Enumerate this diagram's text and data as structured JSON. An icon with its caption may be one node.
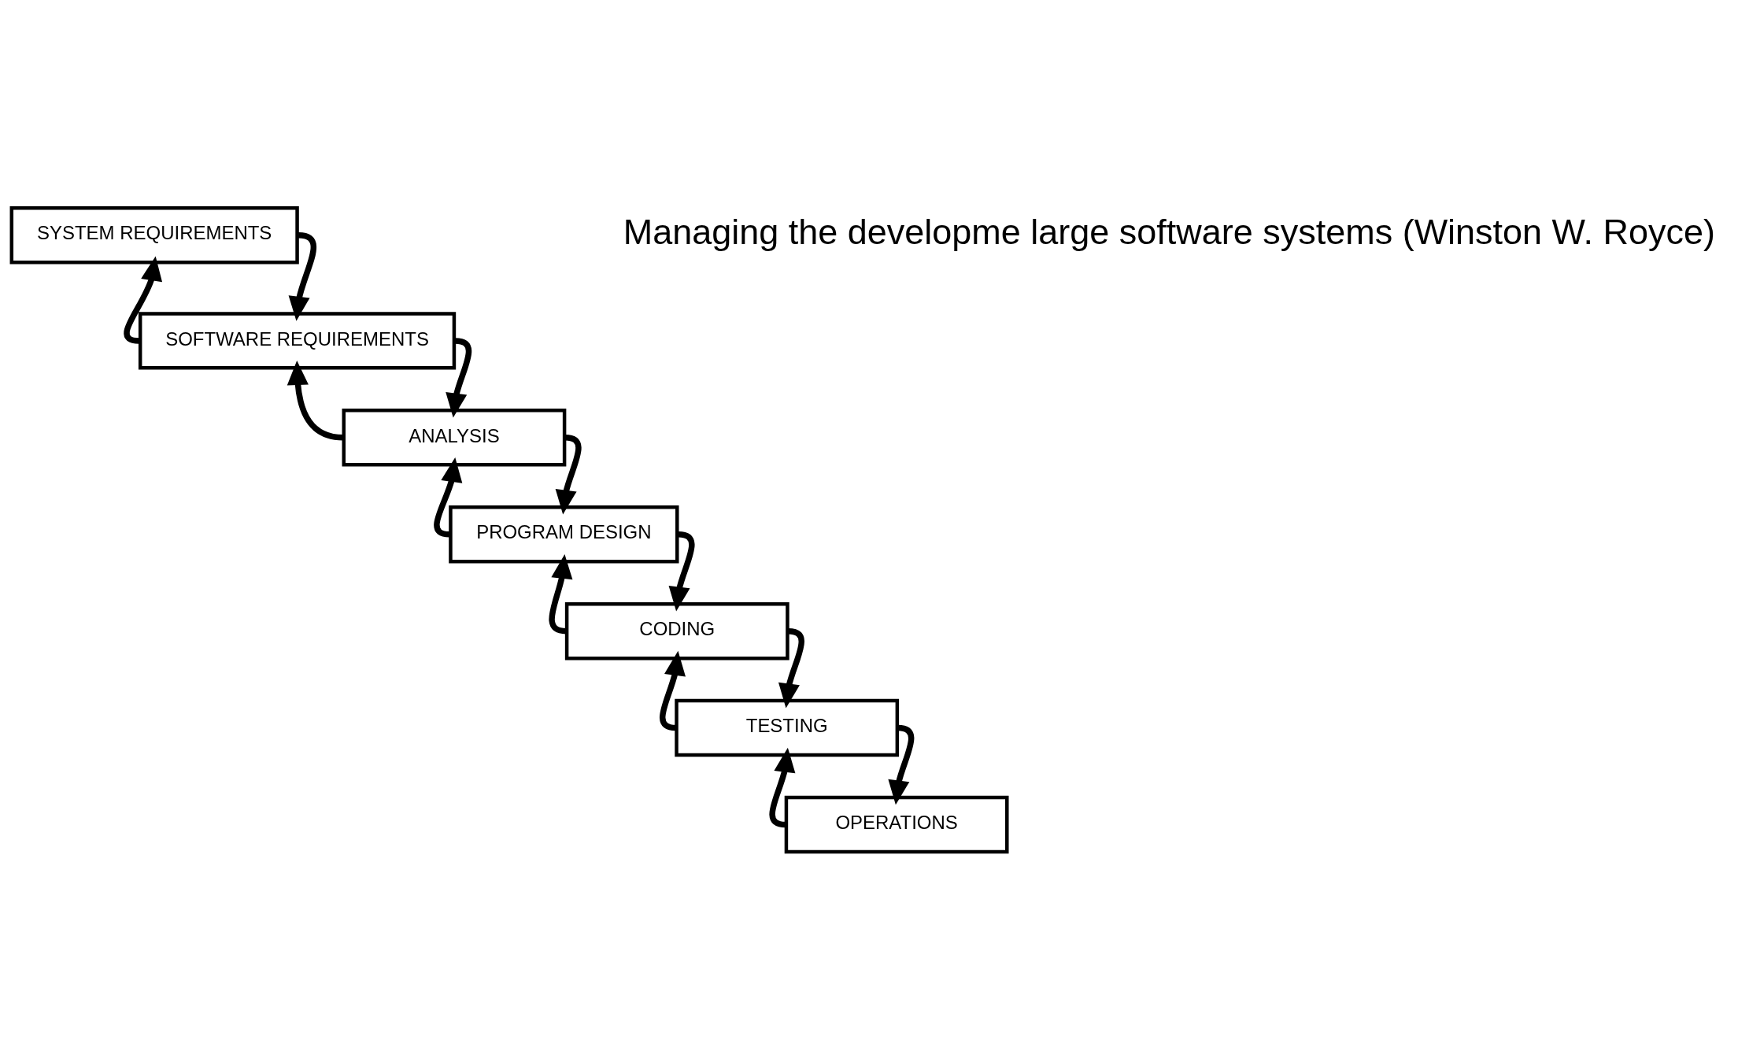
{
  "diagram": {
    "nodes": [
      {
        "text": [
          "SYSTEM REQUIREMENTS"
        ]
      },
      {
        "text": [
          "SOFTWARE REQUIREMENTS"
        ]
      },
      {
        "text": [
          "ANALYSIS"
        ]
      },
      {
        "text": [
          "PROGRAM DESIGN"
        ]
      },
      {
        "text": [
          "CODING"
        ]
      },
      {
        "text": [
          "TESTING"
        ]
      },
      {
        "text": [
          "OPERATIONS"
        ]
      }
    ],
    "edges": [
      {
        "from": 0,
        "to": 1,
        "arrow": "to"
      },
      {
        "from": 1,
        "to": 0,
        "arrow": "to"
      },
      {
        "from": 1,
        "to": 2,
        "arrow": "to"
      },
      {
        "from": 2,
        "to": 1,
        "arrow": "to"
      },
      {
        "from": 2,
        "to": 3,
        "arrow": "to"
      },
      {
        "from": 3,
        "to": 2,
        "arrow": "to"
      },
      {
        "from": 3,
        "to": 4,
        "arrow": "to"
      },
      {
        "from": 4,
        "to": 3,
        "arrow": "to"
      },
      {
        "from": 4,
        "to": 5,
        "arrow": "to"
      },
      {
        "from": 5,
        "to": 4,
        "arrow": "to"
      },
      {
        "from": 5,
        "to": 6,
        "arrow": "to"
      },
      {
        "from": 6,
        "to": 5,
        "arrow": "to"
      }
    ],
    "labels": [
      "Managing the developme large software systems (Winston W. Royce)"
    ]
  }
}
